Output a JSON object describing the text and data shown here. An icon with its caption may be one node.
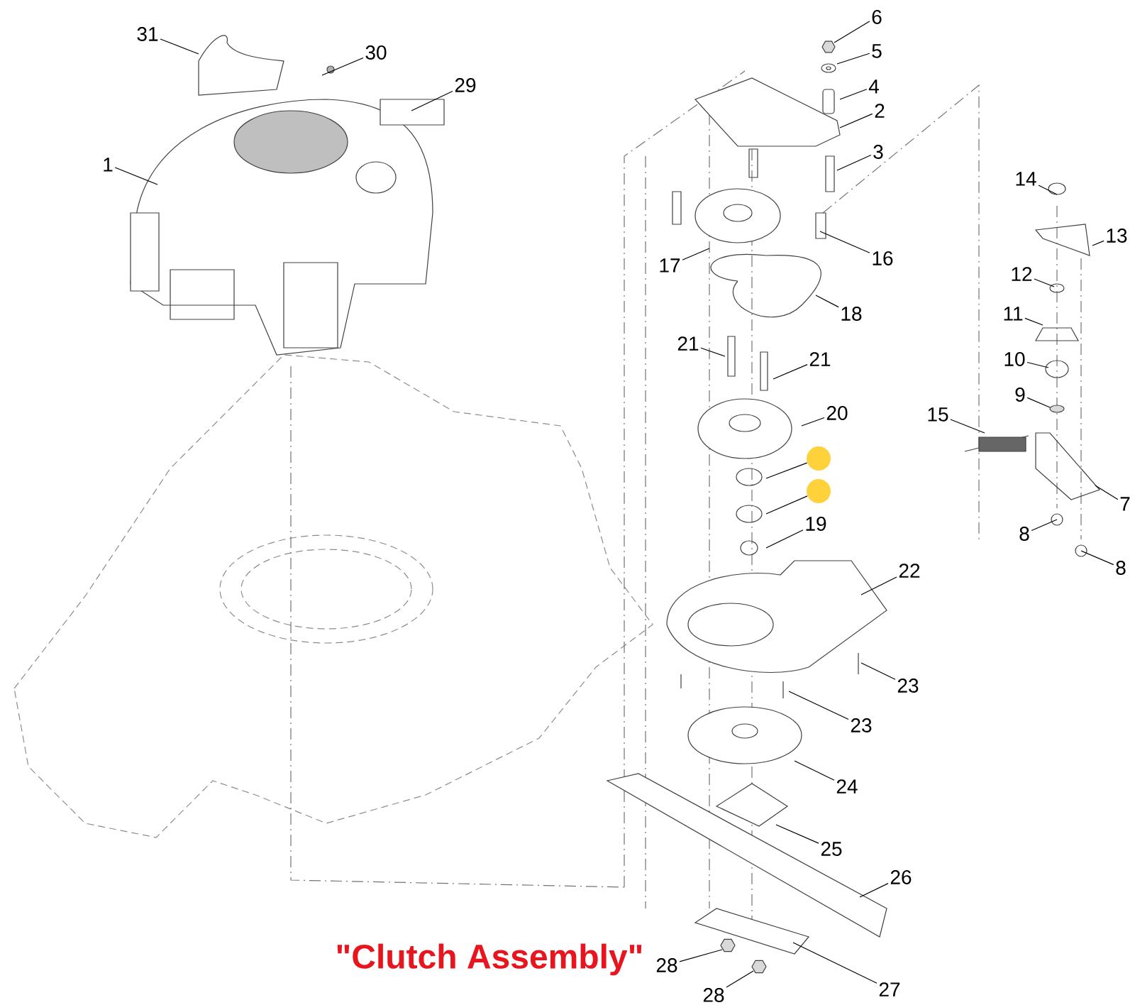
{
  "diagram": {
    "title": "\"Clutch Assembly\"",
    "nodes": [
      {
        "text": [
          "31"
        ]
      },
      {
        "text": [
          "30"
        ]
      },
      {
        "text": [
          "29"
        ]
      },
      {
        "text": [
          "1"
        ]
      },
      {
        "text": [
          "6"
        ]
      },
      {
        "text": [
          "5"
        ]
      },
      {
        "text": [
          "4"
        ]
      },
      {
        "text": [
          "2"
        ]
      },
      {
        "text": [
          "3"
        ]
      },
      {
        "text": [
          "17"
        ]
      },
      {
        "text": [
          "16"
        ]
      },
      {
        "text": [
          "18"
        ]
      },
      {
        "text": [
          "14"
        ]
      },
      {
        "text": [
          "13"
        ]
      },
      {
        "text": [
          "12"
        ]
      },
      {
        "text": [
          "11"
        ]
      },
      {
        "text": [
          "10"
        ]
      },
      {
        "text": [
          "9"
        ]
      },
      {
        "text": [
          "15"
        ]
      },
      {
        "text": [
          "7"
        ]
      },
      {
        "text": [
          "8"
        ]
      },
      {
        "text": [
          "8"
        ]
      },
      {
        "text": [
          "21"
        ]
      },
      {
        "text": [
          "21"
        ]
      },
      {
        "text": [
          "20"
        ]
      },
      {
        "text": [],
        "shape": "circle"
      },
      {
        "text": [],
        "shape": "circle"
      },
      {
        "text": [
          "19"
        ]
      },
      {
        "text": [
          "22"
        ]
      },
      {
        "text": [
          "23"
        ]
      },
      {
        "text": [
          "23"
        ]
      },
      {
        "text": [
          "24"
        ]
      },
      {
        "text": [
          "25"
        ]
      },
      {
        "text": [
          "26"
        ]
      },
      {
        "text": [
          "28"
        ]
      },
      {
        "text": [
          "28"
        ]
      },
      {
        "text": [
          "27"
        ]
      }
    ],
    "edges": [
      {
        "from": 0,
        "to": null,
        "arrow": "none"
      },
      {
        "from": 1,
        "to": null,
        "arrow": "none"
      },
      {
        "from": 2,
        "to": null,
        "arrow": "none"
      },
      {
        "from": 3,
        "to": null,
        "arrow": "none"
      },
      {
        "from": 4,
        "to": null,
        "arrow": "none"
      },
      {
        "from": 5,
        "to": null,
        "arrow": "none"
      },
      {
        "from": 6,
        "to": null,
        "arrow": "none"
      },
      {
        "from": 7,
        "to": null,
        "arrow": "none"
      },
      {
        "from": 8,
        "to": null,
        "arrow": "none"
      },
      {
        "from": 9,
        "to": null,
        "arrow": "none"
      },
      {
        "from": 10,
        "to": null,
        "arrow": "none"
      },
      {
        "from": 11,
        "to": null,
        "arrow": "none"
      },
      {
        "from": 12,
        "to": null,
        "arrow": "none"
      },
      {
        "from": 13,
        "to": null,
        "arrow": "none"
      },
      {
        "from": 14,
        "to": null,
        "arrow": "none"
      },
      {
        "from": 15,
        "to": null,
        "arrow": "none"
      },
      {
        "from": 16,
        "to": null,
        "arrow": "none"
      },
      {
        "from": 17,
        "to": null,
        "arrow": "none"
      },
      {
        "from": 18,
        "to": null,
        "arrow": "none"
      },
      {
        "from": 19,
        "to": null,
        "arrow": "none"
      },
      {
        "from": 20,
        "to": null,
        "arrow": "none"
      },
      {
        "from": 21,
        "to": null,
        "arrow": "none"
      },
      {
        "from": 22,
        "to": null,
        "arrow": "none"
      },
      {
        "from": 23,
        "to": null,
        "arrow": "none"
      },
      {
        "from": 24,
        "to": null,
        "arrow": "none"
      },
      {
        "from": 25,
        "to": null,
        "arrow": "none"
      },
      {
        "from": 26,
        "to": null,
        "arrow": "none"
      },
      {
        "from": 27,
        "to": null,
        "arrow": "none"
      },
      {
        "from": 28,
        "to": null,
        "arrow": "none"
      },
      {
        "from": 29,
        "to": null,
        "arrow": "none"
      },
      {
        "from": 30,
        "to": null,
        "arrow": "none"
      },
      {
        "from": 31,
        "to": null,
        "arrow": "none"
      },
      {
        "from": 32,
        "to": null,
        "arrow": "none"
      },
      {
        "from": 33,
        "to": null,
        "arrow": "none"
      },
      {
        "from": 34,
        "to": null,
        "arrow": "none"
      },
      {
        "from": 35,
        "to": null,
        "arrow": "none"
      },
      {
        "from": 36,
        "to": null,
        "arrow": "none"
      }
    ]
  }
}
